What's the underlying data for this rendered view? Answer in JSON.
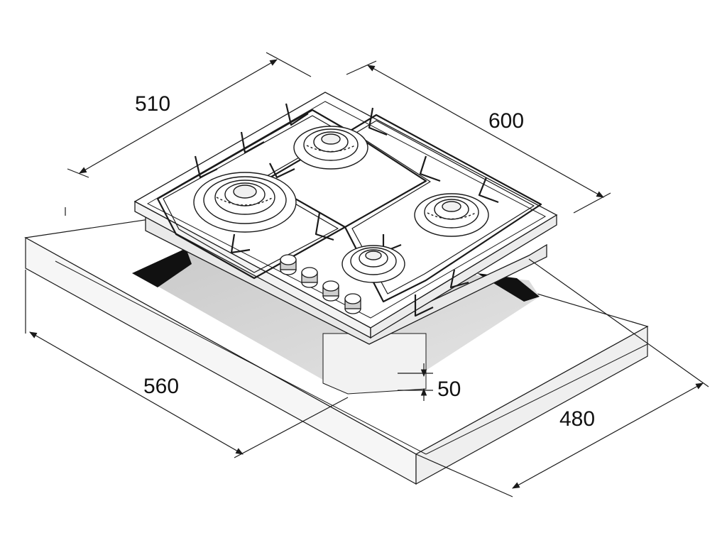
{
  "dimensions": {
    "hob_depth": "510",
    "hob_width": "600",
    "cutout_width": "560",
    "cutout_depth": "480",
    "min_clearance": "50"
  },
  "colors": {
    "line": "#1a1a1a",
    "countertop_top": "#ffffff",
    "countertop_front": "#f4f4f4",
    "cutout_shadow": "#d8d8d8",
    "cutout_dark": "#111111"
  }
}
